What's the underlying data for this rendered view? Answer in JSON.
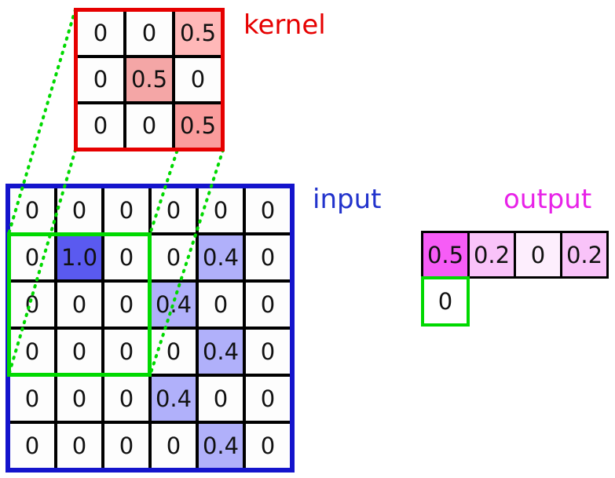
{
  "labels": {
    "kernel": "kernel",
    "input": "input",
    "output": "output"
  },
  "kernel": {
    "rows": [
      [
        "0",
        "0",
        "0.5"
      ],
      [
        "0",
        "0.5",
        "0"
      ],
      [
        "0",
        "0",
        "0.5"
      ]
    ]
  },
  "input": {
    "rows": [
      [
        "0",
        "0",
        "0",
        "0",
        "0",
        "0"
      ],
      [
        "0",
        "1.0",
        "0",
        "0",
        "0.4",
        "0"
      ],
      [
        "0",
        "0",
        "0",
        "0.4",
        "0",
        "0"
      ],
      [
        "0",
        "0",
        "0",
        "0",
        "0.4",
        "0"
      ],
      [
        "0",
        "0",
        "0",
        "0.4",
        "0",
        "0"
      ],
      [
        "0",
        "0",
        "0",
        "0",
        "0.4",
        "0"
      ]
    ]
  },
  "output": {
    "row": [
      "0.5",
      "0.2",
      "0",
      "0.2"
    ],
    "current": "0"
  },
  "colors": {
    "kernel_border": "#e60000",
    "kernel_shade": "#fa9c9c",
    "input_border": "#1414cc",
    "input_value_strong": "#5a5af0",
    "input_value_light": "#b0b0fa",
    "highlight_green": "#00d900",
    "output_value_strong": "#f65cf6",
    "output_value_light": "#f9c3f9",
    "label_kernel": "#e60000",
    "label_input": "#2233cc",
    "label_output": "#e822e8"
  }
}
